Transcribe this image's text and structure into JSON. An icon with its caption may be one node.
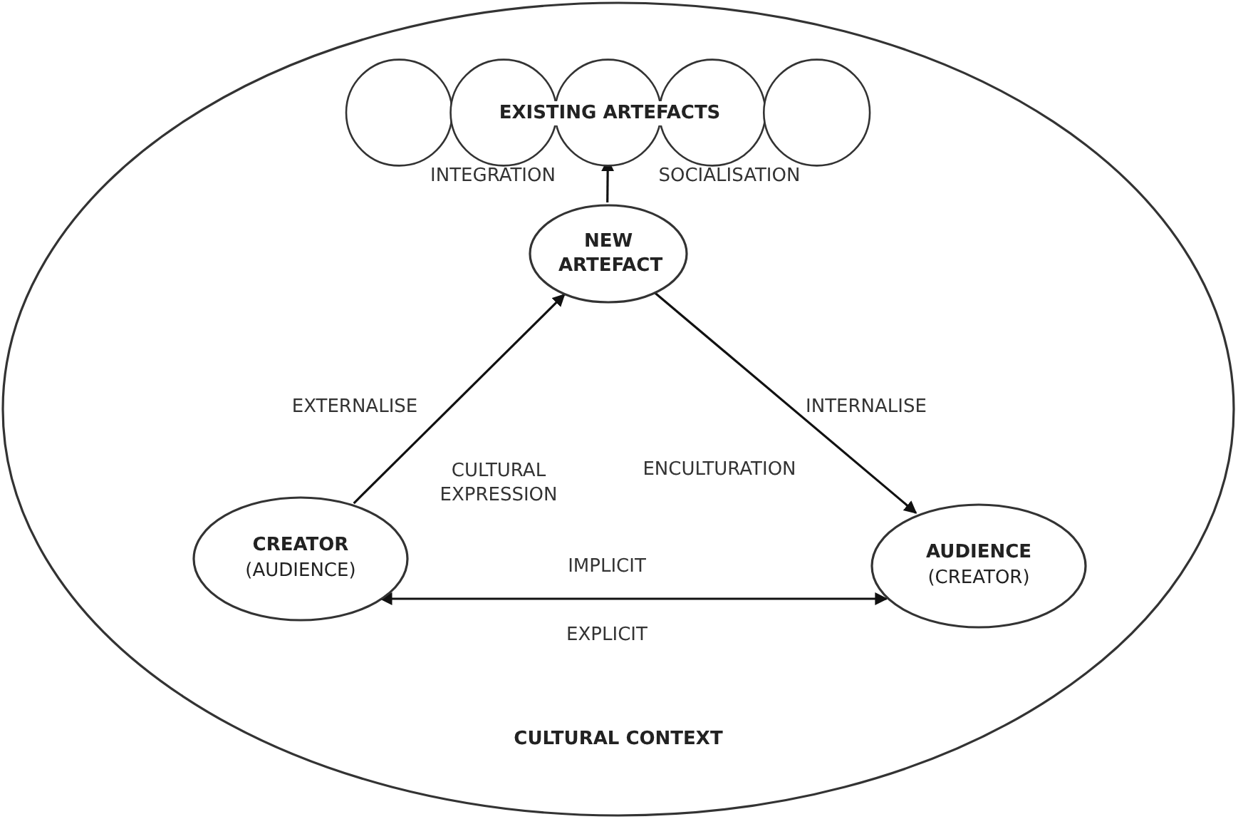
{
  "diagram": {
    "nodes": [
      {
        "text": [
          "CULTURAL CONTEXT"
        ]
      },
      {
        "text": [
          "EXISTING ARTEFACTS"
        ],
        "in": 0
      },
      {
        "text": [
          "NEW ARTEFACT"
        ],
        "in": 0
      },
      {
        "text": [
          "CREATOR",
          "(AUDIENCE)"
        ],
        "in": 0
      },
      {
        "text": [
          "AUDIENCE",
          "(CREATOR)"
        ],
        "in": 0
      }
    ],
    "edges": [
      {
        "from": 2,
        "to": 1,
        "arrow": "to"
      },
      {
        "from": 3,
        "to": 2,
        "arrow": "to"
      },
      {
        "from": 2,
        "to": 4,
        "arrow": "to"
      },
      {
        "from": 3,
        "to": 4,
        "arrow": "both"
      }
    ],
    "labels": [
      "INTEGRATION",
      "SOCIALISATION",
      "EXTERNALISE",
      "INTERNALISE",
      "CULTURAL EXPRESSION",
      "ENCULTURATION",
      "IMPLICIT",
      "EXPLICIT"
    ]
  }
}
